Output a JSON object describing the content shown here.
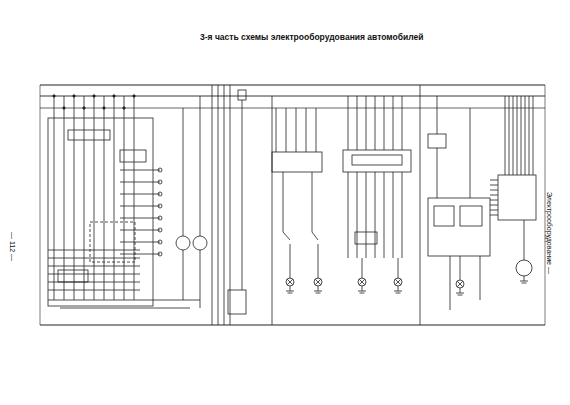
{
  "diagram": {
    "title": "3-я часть схемы электрооборудования автомобилей",
    "labels": [
      "— 112 —",
      "Электрооборудование —"
    ]
  }
}
